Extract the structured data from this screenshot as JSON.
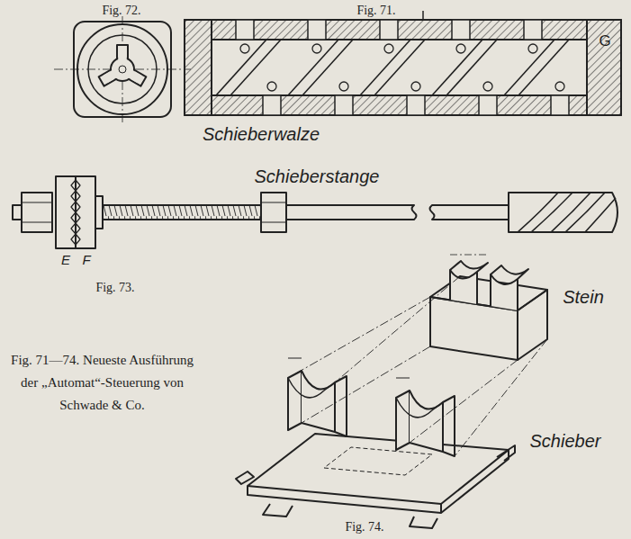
{
  "diagram": {
    "caption": "Fig. 71—74. Neueste Ausführung der „Automat“-Steuerung von Schwade & Co.",
    "labels": [
      "Fig. 72.",
      "Fig. 71.",
      "G",
      "Schieberwalze",
      "Schieberstange",
      "E",
      "F",
      "Fig. 73.",
      "Stein",
      "Schieber",
      "Fig. 74."
    ]
  }
}
